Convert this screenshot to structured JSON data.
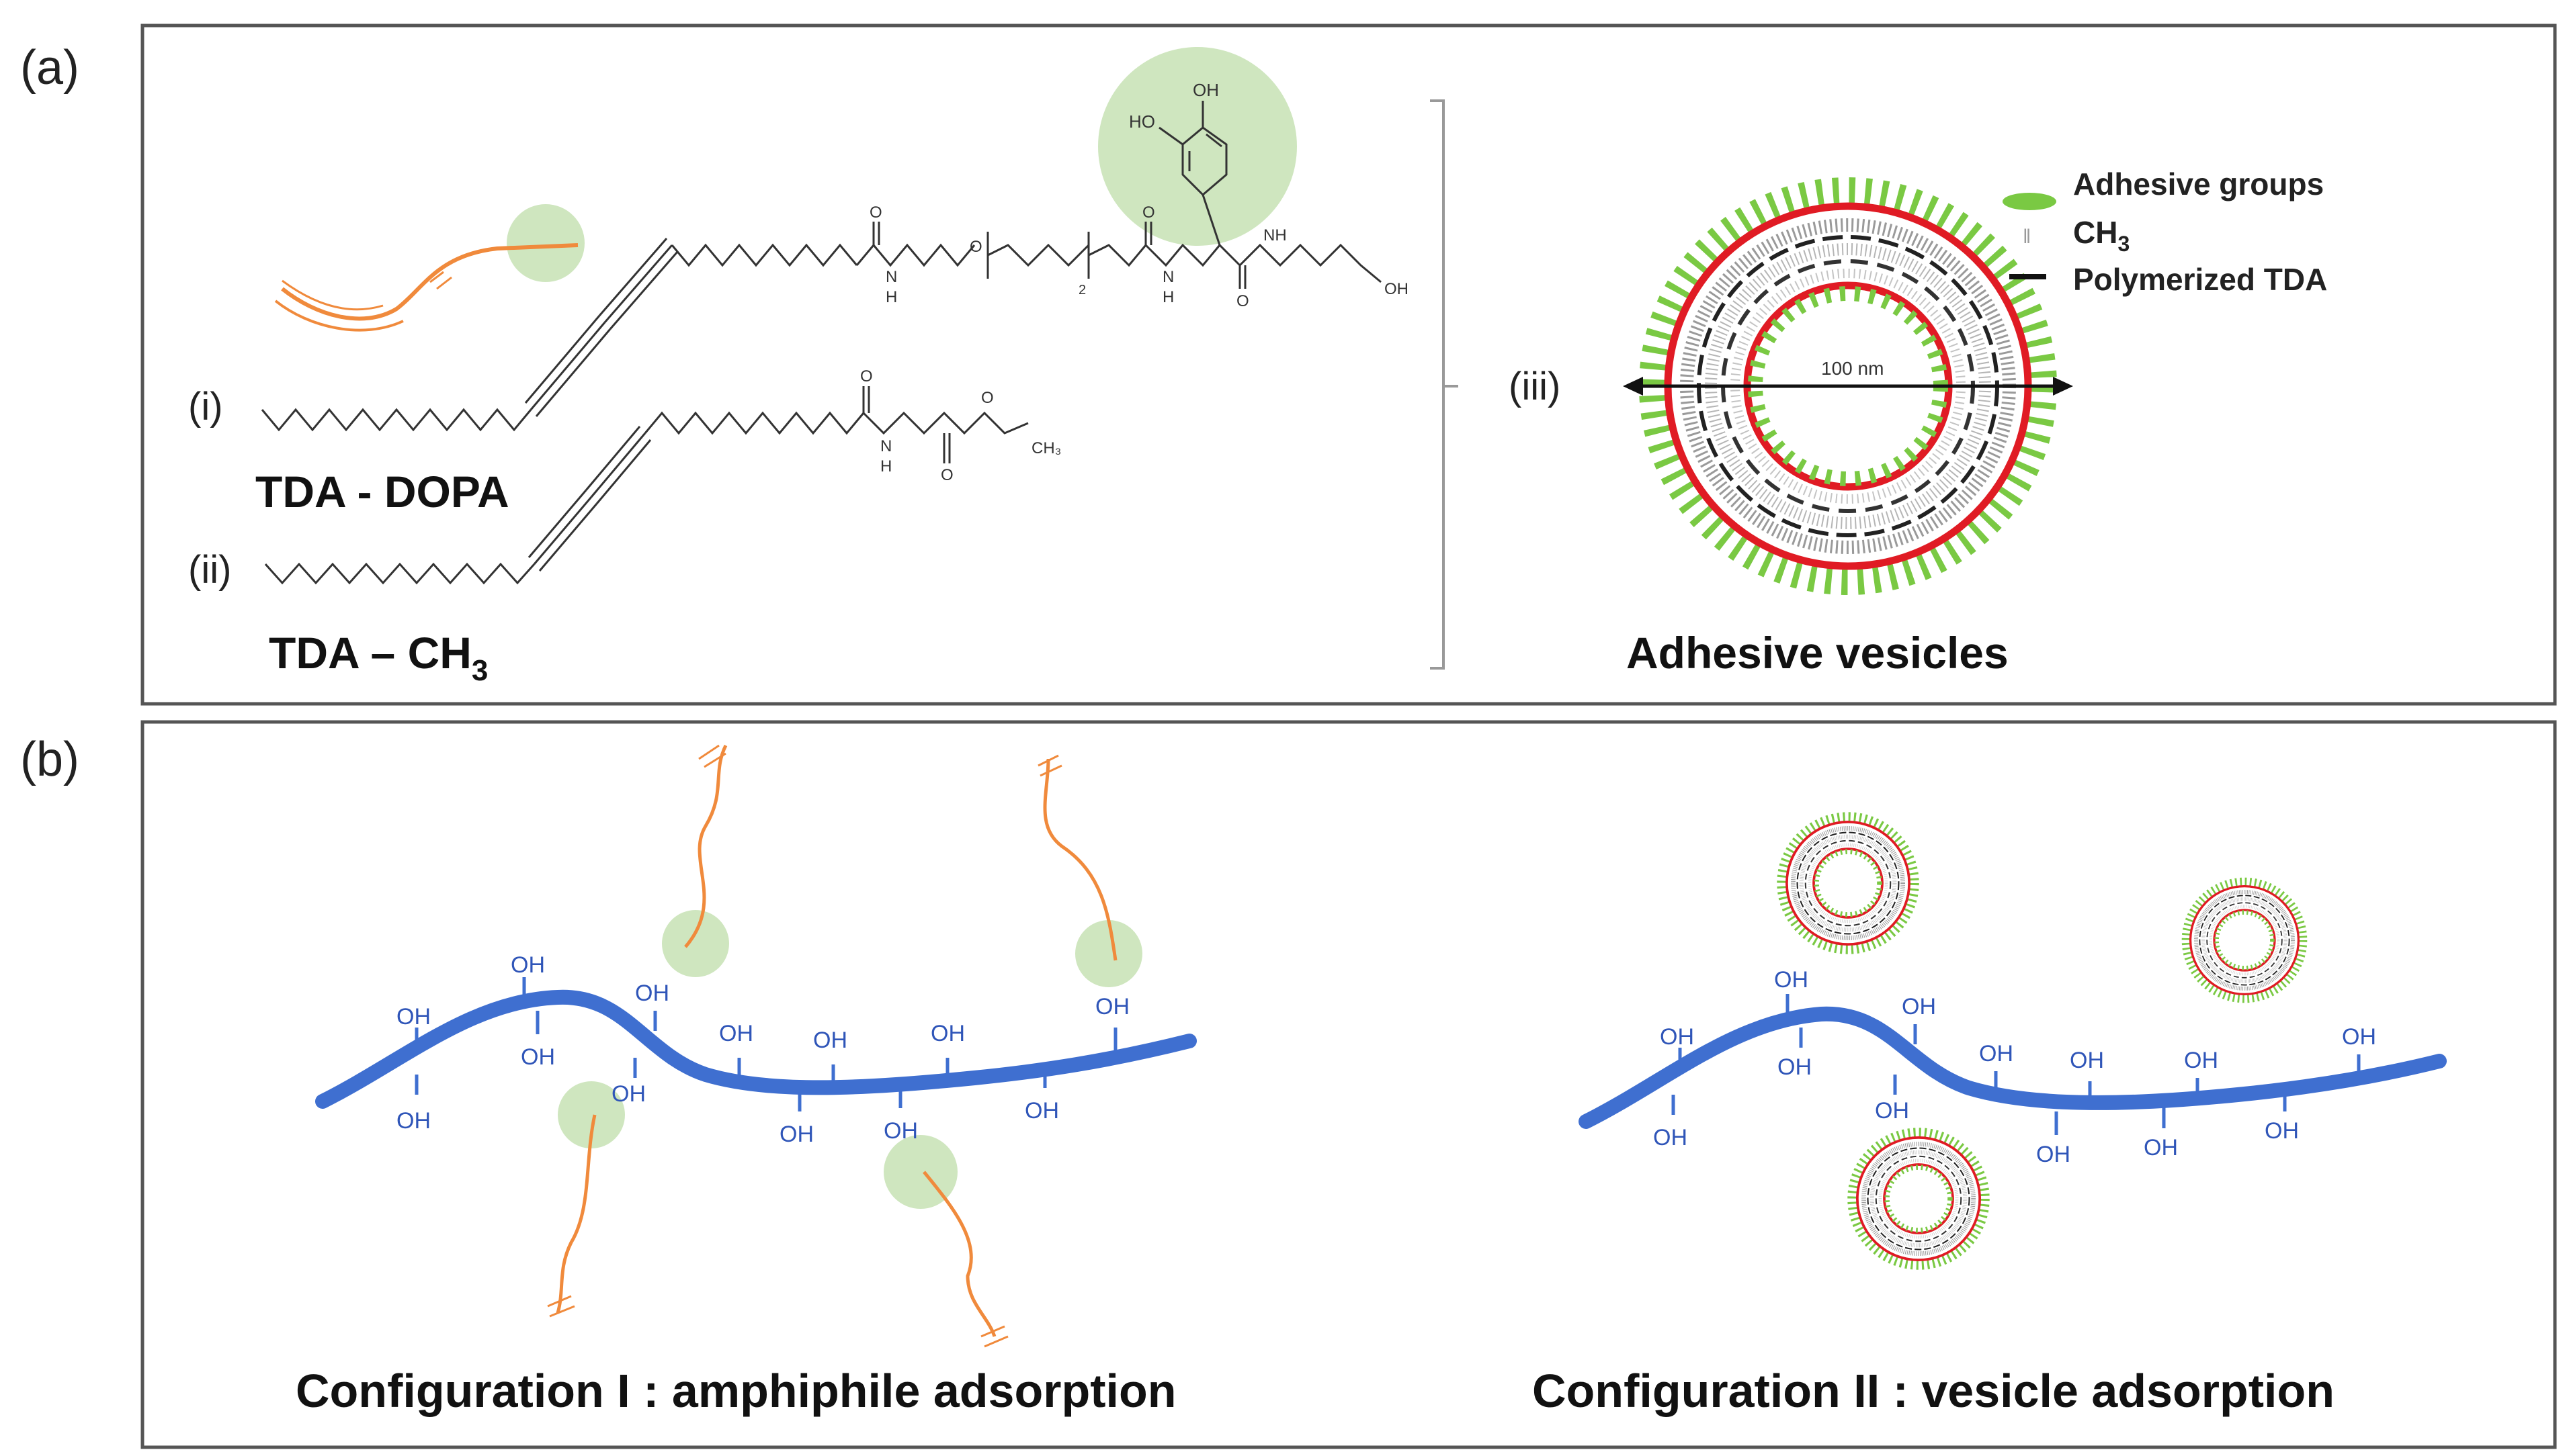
{
  "panel_a": {
    "label": "(a)",
    "molecules": {
      "i_label": "(i)",
      "ii_label": "(ii)",
      "iii_label": "(iii)",
      "tda_dopa": "TDA - DOPA",
      "tda_ch3_prefix": "TDA – CH",
      "tda_ch3_sub": "3",
      "atoms": {
        "oh_top": "OH",
        "ho_left": "HO",
        "oh_end": "OH",
        "nh": "NH",
        "h": "H",
        "o": "O",
        "n": "N",
        "sub2": "2",
        "ch3": "CH₃"
      }
    },
    "vesicle": {
      "scale_label": "100 nm",
      "title": "Adhesive vesicles"
    },
    "legend": {
      "adhesive": "Adhesive groups",
      "ch3_prefix": "CH",
      "ch3_sub": "3",
      "polymerized": "Polymerized TDA"
    },
    "colors": {
      "adhesive_green": "#7ac943",
      "membrane_red": "#e01b24",
      "tail_orange": "#f08a3c",
      "halo_green": "#cfe6bf"
    }
  },
  "panel_b": {
    "label": "(b)",
    "oh_label": "OH",
    "config_1": "Configuration I : amphiphile adsorption",
    "config_2": "Configuration II : vesicle adsorption",
    "colors": {
      "chain_blue": "#3f6fd0"
    }
  }
}
